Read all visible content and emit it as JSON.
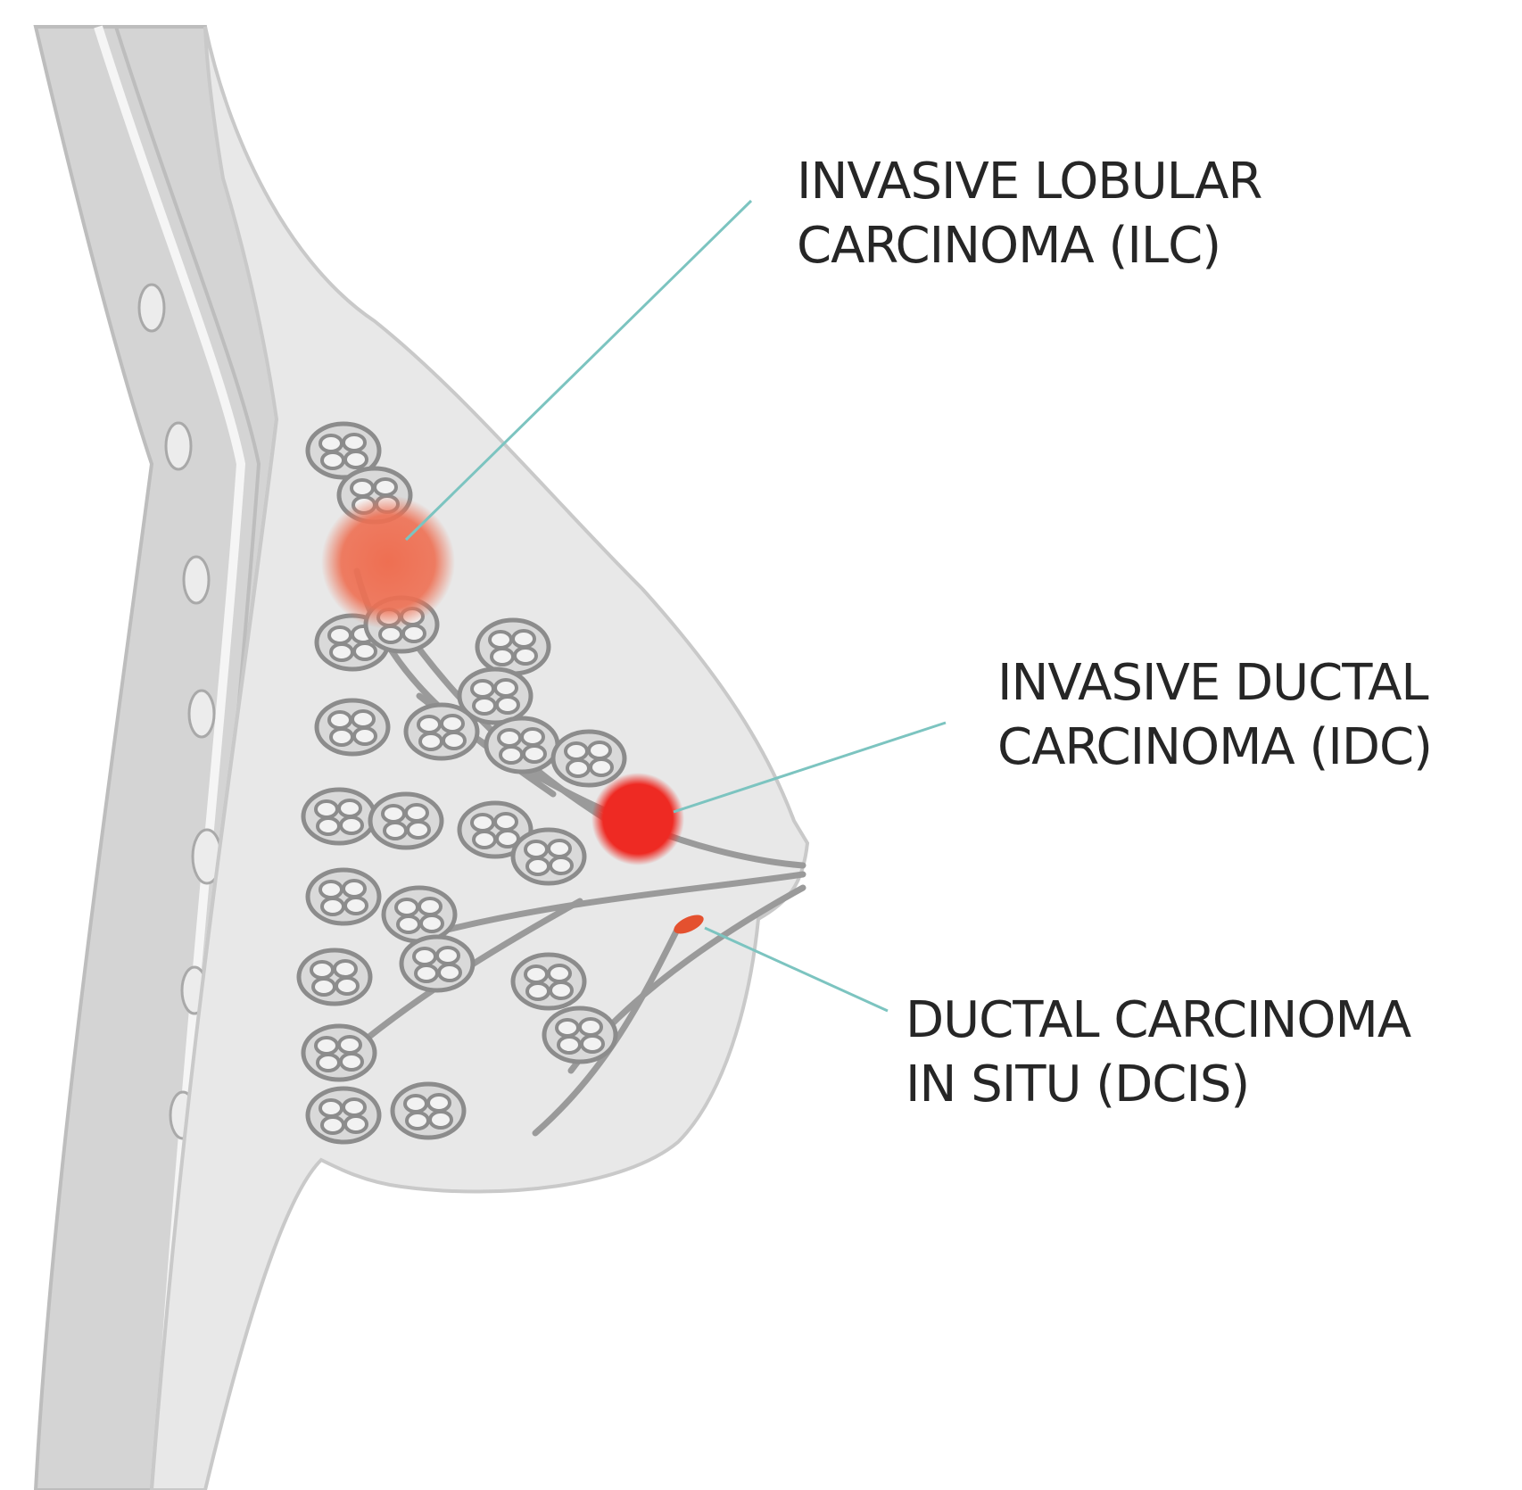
{
  "labels": {
    "ilc": {
      "line1": "INVASIVE LOBULAR",
      "line2": "CARCINOMA (ILC)"
    },
    "idc": {
      "line1": "INVASIVE DUCTAL",
      "line2": "CARCINOMA (IDC)"
    },
    "dcis": {
      "line1": "DUCTAL CARCINOMA",
      "line2": "IN SITU (DCIS)"
    }
  },
  "colors": {
    "tissue": "#e6e6e6",
    "outline": "#c9c9c9",
    "chest_wall": "#cfcfcf",
    "lobule": "#8c8c8c",
    "leader_line": "#7cc4c0",
    "ilc_tumor": "#ee6f52",
    "idc_tumor": "#ee2a23",
    "dcis_tumor": "#e4512f",
    "text": "#262626"
  }
}
